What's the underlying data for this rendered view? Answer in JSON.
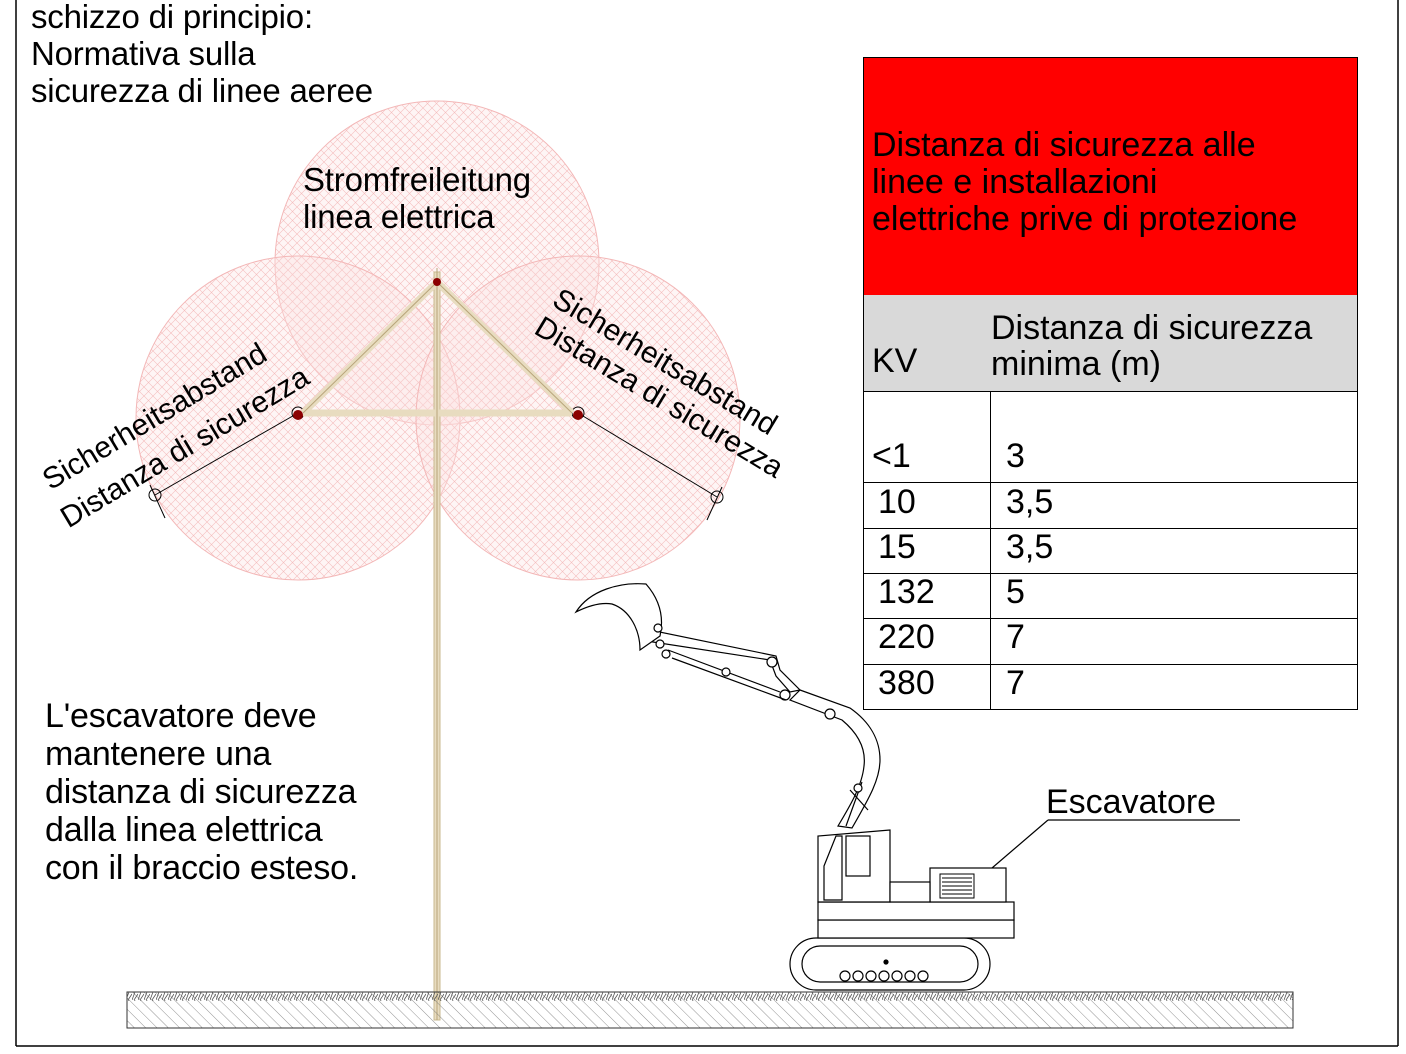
{
  "heading": {
    "line1": "schizzo di principio:",
    "line2": "Normativa sulla",
    "line3": "sicurezza di linee aeree"
  },
  "power_line_label": {
    "line1": "Stromfreileitung",
    "line2": "linea elettrica"
  },
  "safety_label_left": {
    "line1": "Sicherheitsabstand",
    "line2": "Distanza di sicurezza"
  },
  "safety_label_right": {
    "line1": "Sicherheitsabstand",
    "line2": "Distanza di sicurezza"
  },
  "note": {
    "line1": "L'escavatore deve",
    "line2": "mantenere una",
    "line3": "distanza di sicurezza",
    "line4": "dalla linea elettrica",
    "line5": "con il braccio esteso."
  },
  "excavator_label": "Escavatore",
  "table": {
    "title": {
      "line1": "Distanza di sicurezza alle",
      "line2": "linee e installazioni",
      "line3": "elettriche prive di protezione"
    },
    "col_kv": "KV",
    "col_distance": {
      "line1": "Distanza di sicurezza",
      "line2": "minima (m)"
    },
    "rows": [
      {
        "kv": "<1",
        "distance": "3"
      },
      {
        "kv": "10",
        "distance": "3,5"
      },
      {
        "kv": "15",
        "distance": "3,5"
      },
      {
        "kv": "132",
        "distance": "5"
      },
      {
        "kv": "220",
        "distance": "7"
      },
      {
        "kv": "380",
        "distance": "7"
      }
    ]
  },
  "colors": {
    "title_background": "#ff0000",
    "header_background": "#d9d9d9",
    "safety_zone": "#f4b4b4",
    "pole": "#e8dcc0"
  }
}
